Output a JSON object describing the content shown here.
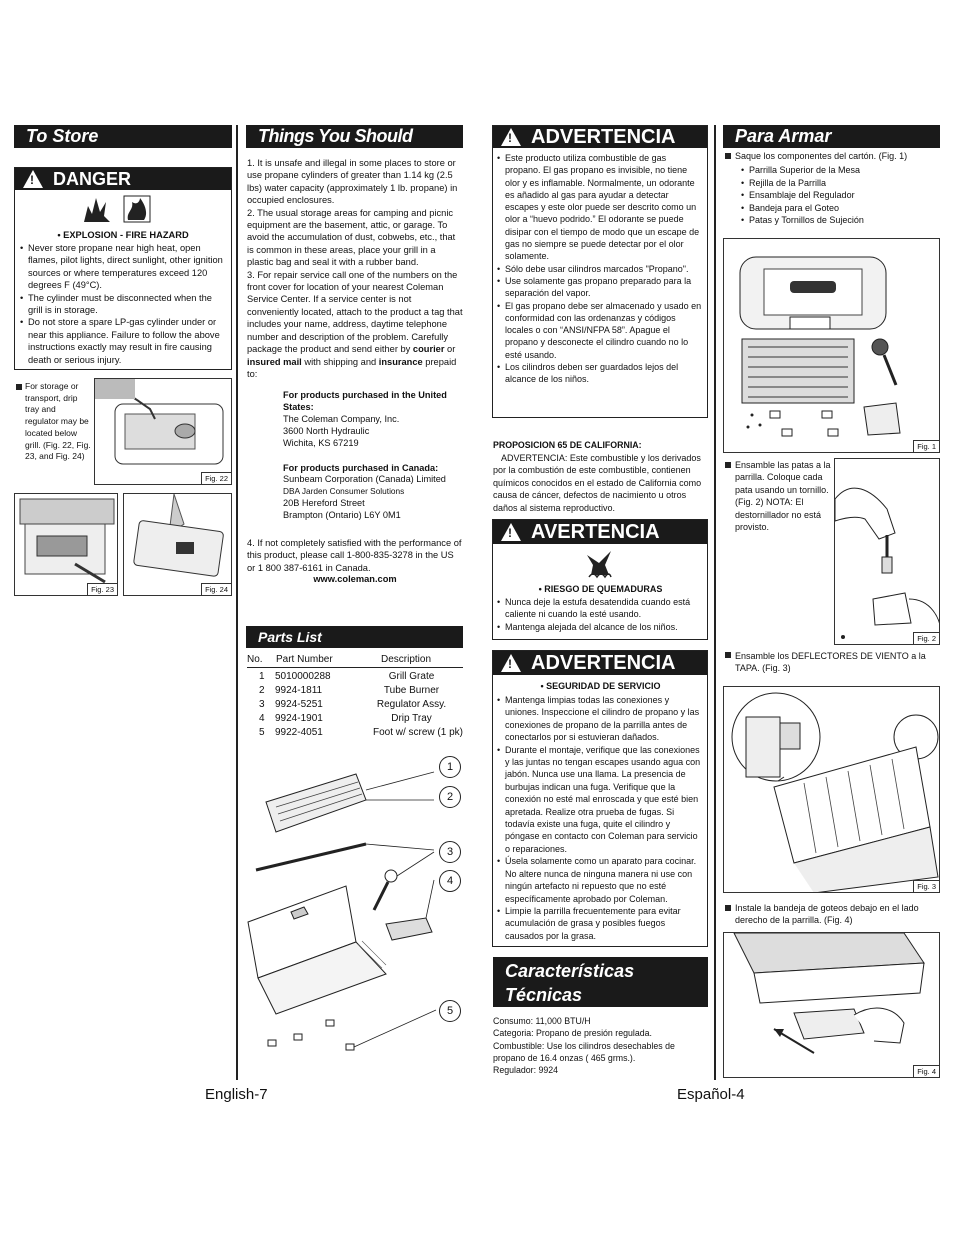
{
  "col1": {
    "title": "To Store",
    "danger_label": "DANGER",
    "hazard": "• EXPLOSION - FIRE HAZARD",
    "bullets": [
      "Never store propane near high heat, open flames, pilot lights, direct sunlight, other ignition sources or where temperatures exceed 120 degrees F (49°C).",
      "The cylinder must be disconnected when the grill is in storage.",
      "Do not store a spare LP-gas cylinder under or near this appliance. Failure to follow the above instructions exactly may result in fire causing death or serious injury."
    ],
    "storage_note": "For storage or transport, drip tray and regulator may be located below grill. (Fig. 22, Fig. 23, and Fig. 24)",
    "fig22": "Fig. 22",
    "fig23": "Fig. 23",
    "fig24": "Fig. 24"
  },
  "col2": {
    "title": "Things You Should Know",
    "p1": "1. It is unsafe and illegal in some places to store or use propane cylinders of greater than 1.14 kg (2.5 lbs) water capacity (approximately 1 lb. propane) in occupied enclosures.",
    "p2": "2. The usual storage areas for camping and picnic equipment are the basement, attic, or garage. To avoid the accumulation of dust, cobwebs, etc., that is common in these areas, place your grill in a plastic bag and seal it with a rubber band.",
    "p3a": "3. For repair service call one of the numbers on the front cover for location of your nearest Coleman Service Center. If a service center is not conveniently located, attach to the product a tag that includes your name, address, daytime telephone number and description of the problem. Carefully package the product and send either by ",
    "p3_courier": "courier",
    "p3_or": " or ",
    "p3_mail": "insured mail",
    "p3b": " with shipping and ",
    "p3_ins": "insurance",
    "p3c": " prepaid to:",
    "us_head": "For products purchased in the United States:",
    "us_addr": [
      "The Coleman Company, Inc.",
      "3600 North Hydraulic",
      "Wichita, KS 67219"
    ],
    "ca_head": "For products purchased in Canada:",
    "ca_addr": [
      "Sunbeam Corporation (Canada) Limited",
      "DBA Jarden Consumer Solutions",
      "20B Hereford Street",
      "Brampton (Ontario)  L6Y 0M1"
    ],
    "p4": "4. If not completely satisfied with the performance of this product, please call 1-800-835-3278 in the US or 1 800 387-6161 in Canada.",
    "web": "www.coleman.com",
    "parts_title": "Parts List",
    "parts_headers": [
      "No.",
      "Part Number",
      "Description"
    ],
    "parts": [
      [
        "1",
        "5010000288",
        "Grill Grate"
      ],
      [
        "2",
        "9924-1811",
        "Tube Burner"
      ],
      [
        "3",
        "9924-5251",
        "Regulator Assy."
      ],
      [
        "4",
        "9924-1901",
        "Drip Tray"
      ],
      [
        "5",
        "9922-4051",
        "Foot w/ screw (1 pk)"
      ]
    ],
    "callouts": [
      "1",
      "2",
      "3",
      "4",
      "5"
    ]
  },
  "col3": {
    "adv1": "ADVERTENCIA",
    "adv1_bullets": [
      "Este producto utiliza combustible de gas propano. El gas propano es invisible, no tiene olor y es inflamable. Normalmente, un odorante es añadido al gas para ayudar a detectar escapes y este olor puede ser descrito como un olor a “huevo podrido.” El odorante se puede disipar con el tiempo de modo que un escape de gas no siempre se puede detectar por el olor solamente.",
      "Sólo debe usar cilindros marcados \"Propano\".",
      "Use solamente gas propano preparado para la separación del vapor.",
      "El gas propano debe ser almacenado y usado en conformidad con las ordenanzas y códigos locales o con “ANSI/NFPA 58”.  Apague el propano y desconecte el cilindro cuando no lo esté usando.",
      "Los cilindros deben ser guardados lejos del alcance de los niños."
    ],
    "prop65_head": "PROPOSICION 65 DE CALIFORNIA:",
    "prop65": "ADVERTENCIA: Este combustible y los derivados por la combustión de este combustible, contienen químicos conocidos en el estado de California como causa de cáncer, defectos de nacimiento u otros daños al sistema reproductivo.",
    "av": "AVERTENCIA",
    "av_hazard": "• RIESGO DE QUEMADURAS",
    "av_bullets": [
      "Nunca deje la estufa desatendida cuando está caliente ni cuando la esté usando.",
      "Mantenga alejada del alcance de los niños."
    ],
    "adv2": "ADVERTENCIA",
    "adv2_hazard": "• SEGURIDAD DE SERVICIO",
    "adv2_bullets": [
      "Mantenga limpias todas las conexiones y uniones. Inspeccione el cilindro de propano y las conexiones de propano de la parrilla antes de conectarlos por si estuvieran dañados.",
      "Durante el montaje, verifique que las conexiones y las juntas no tengan escapes usando agua con jabón. Nunca use una llama. La presencia de burbujas indican una fuga. Verifique que la conexión no esté mal enroscada y que esté bien apretada. Realize otra prueba de fugas. Si todavía existe una fuga, quite el cilindro y póngase en contacto con Coleman para servicio o reparaciones.",
      "Úsela solamente como un aparato para cocinar. No altere nunca de ninguna manera ni use con ningún artefacto ni repuesto que no esté específicamente aprobado por Coleman.",
      "Limpie la parrilla frecuentemente para evitar acumulación de grasa y posibles fuegos causados por la grasa."
    ],
    "specs_title1": "Características",
    "specs_title2": "Técnicas",
    "specs": [
      "Consumo: 11,000 BTU/H",
      "Categoria:  Propano de presión regulada.",
      "Combustible: Use los cilindros desechables de propano de 16.4 onzas ( 465 grms.).",
      "Regulador: 9924"
    ]
  },
  "col4": {
    "title": "Para Armar",
    "intro": "Saque los componentes del cartón. (Fig. 1)",
    "components": [
      "Parrilla Superior de la Mesa",
      "Rejilla de la Parrilla",
      "Ensamblaje del Regulador",
      "Bandeja para el Goteo",
      "Patas y Tornillos de Sujeción"
    ],
    "fig1": "Fig. 1",
    "step2": "Ensamble las patas a la parrilla. Coloque cada pata usando un tornillo. (Fig. 2) NOTA: El destornillador no está provisto.",
    "fig2": "Fig. 2",
    "step3": "Ensamble los DEFLECTORES DE VIENTO a la TAPA.  (Fig. 3)",
    "fig3": "Fig. 3",
    "step4": "Instale la bandeja de goteos debajo en el lado derecho de la parrilla. (Fig. 4)",
    "fig4": "Fig. 4"
  },
  "footer": {
    "left": "English-7",
    "right": "Español-4"
  }
}
